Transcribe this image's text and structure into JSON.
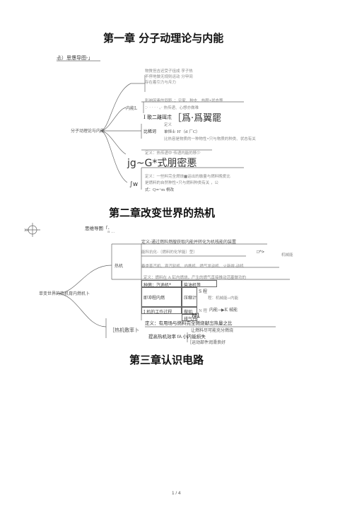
{
  "chapter1": {
    "title": "第一章  分子动理论与内能",
    "map_label": "忐）思憊导图-」",
    "root": "分子动理论与内能",
    "top_note_1": "物質但吉迟受子徂成  孚子热",
    "top_note_2": "不停地做无规则运动  分甲间",
    "top_note_3": "存在着引力与斥力",
    "n1_label": "内能L",
    "n1_line1": "影响因素的同距、；见家、种支、热程•状态等",
    "n1_line2": "：· · · · · 。· 热传递、心想亦做难",
    "n1_line3": "Ⅰ 歌二離珥朮",
    "n1_big": "［爲·爲翼罷",
    "n2_label": "比稀诃",
    "n2_line1": "定义",
    "n2_line2": "单恒士  H'（d  厂C）",
    "n2_line3": "比热容是物质的一种物性•只与物质的种类、状态有关",
    "n3_line": "定义：热传递中·传递内能的移少",
    "n3_big": "jg~G*式朋密悪",
    "n4_line1": "定义：一些料完全燃烧■话出的融量与燃料晚爱比",
    "n4_line2": "是燃料的自然种性•只与燃料种类有关  ，公",
    "n4_line3": "式：Q=⁺m 桐改",
    "n4_label": "∫w"
  },
  "chapter2": {
    "title": "第二章改变世界的热机",
    "map_label": "思维导图「-",
    "map_sub": "a ...",
    "left_num": "33",
    "root": "单变世界的热机育内燃机卜",
    "heat_engine": "热机",
    "def": "定义:通过燃料燃艘获取内能并转化为机栈能的装置",
    "energy_conv": "能科抗化-〔燃料的化学能〕型）",
    "energy_box": "□^>",
    "mech_energy": "机械能",
    "types": "春类蒸汽机、宾汽轮机、内携机、喷气发动机、火新祓-动机",
    "ic_def": "定义：燃料在 A 缸内燃烧，产生的燃气直接推动活塞做功的",
    "table": {
      "r1c1": "种菌：汽逾机*",
      "r1c2": "柴油机等",
      "r2c1": "即冲程内燃",
      "r2c2": "压缩计",
      "r2c3": "S 程",
      "r2c4": "程：机械能→内能",
      "r3c1": "Ⅰ 机的工作过程",
      "r3c2": "做如",
      "r3c3": "N 程",
      "r3c4": "内能→▶K 械能",
      "r4c2": "排气丹",
      "r4c3": "N1"
    },
    "eff_label": "［热机敷率卜",
    "eff_def": "定义：有用场与燃料完全燃烧献岀热量之比",
    "eff_1": "让燃料尽可能充分燃烧",
    "eff_2": "提高热机效率 fA 小内能损失",
    "eff_3": "［运动部件润滑良好"
  },
  "chapter3": {
    "title": "第三章认识电路"
  },
  "footer": {
    "page": "1 / 4"
  }
}
